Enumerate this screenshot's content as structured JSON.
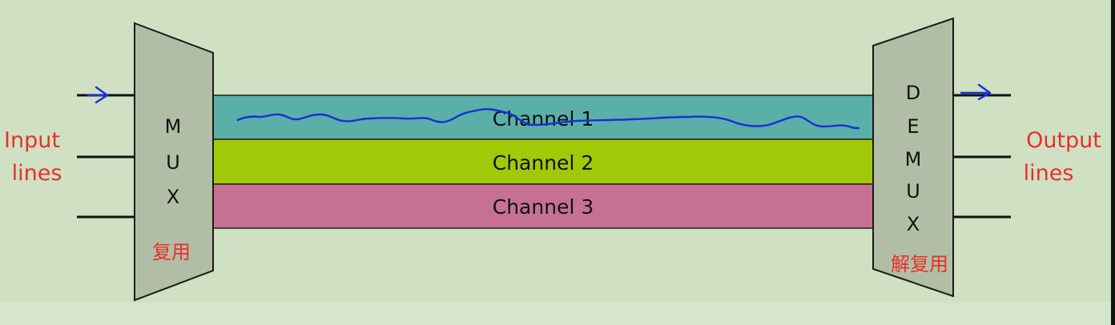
{
  "mux": {
    "letters": [
      "M",
      "U",
      "X"
    ],
    "note": "复用"
  },
  "demux": {
    "letters": [
      "D",
      "E",
      "M",
      "U",
      "X"
    ],
    "note": "解复用"
  },
  "input_label": {
    "line1": "Input",
    "line2": "lines"
  },
  "output_label": {
    "line1": "Output",
    "line2": "lines"
  },
  "channels": [
    {
      "label": "Channel 1",
      "color": "#5aafa8"
    },
    {
      "label": "Channel 2",
      "color": "#a2c908"
    },
    {
      "label": "Channel 3",
      "color": "#c67192"
    }
  ],
  "colors": {
    "background": "#cfe0c3",
    "device_fill": "#b1bea5",
    "device_stroke": "#1a1a1a",
    "label_red": "#e8302a",
    "annotation_blue": "#1a2fd6",
    "text_dark": "#111111"
  }
}
